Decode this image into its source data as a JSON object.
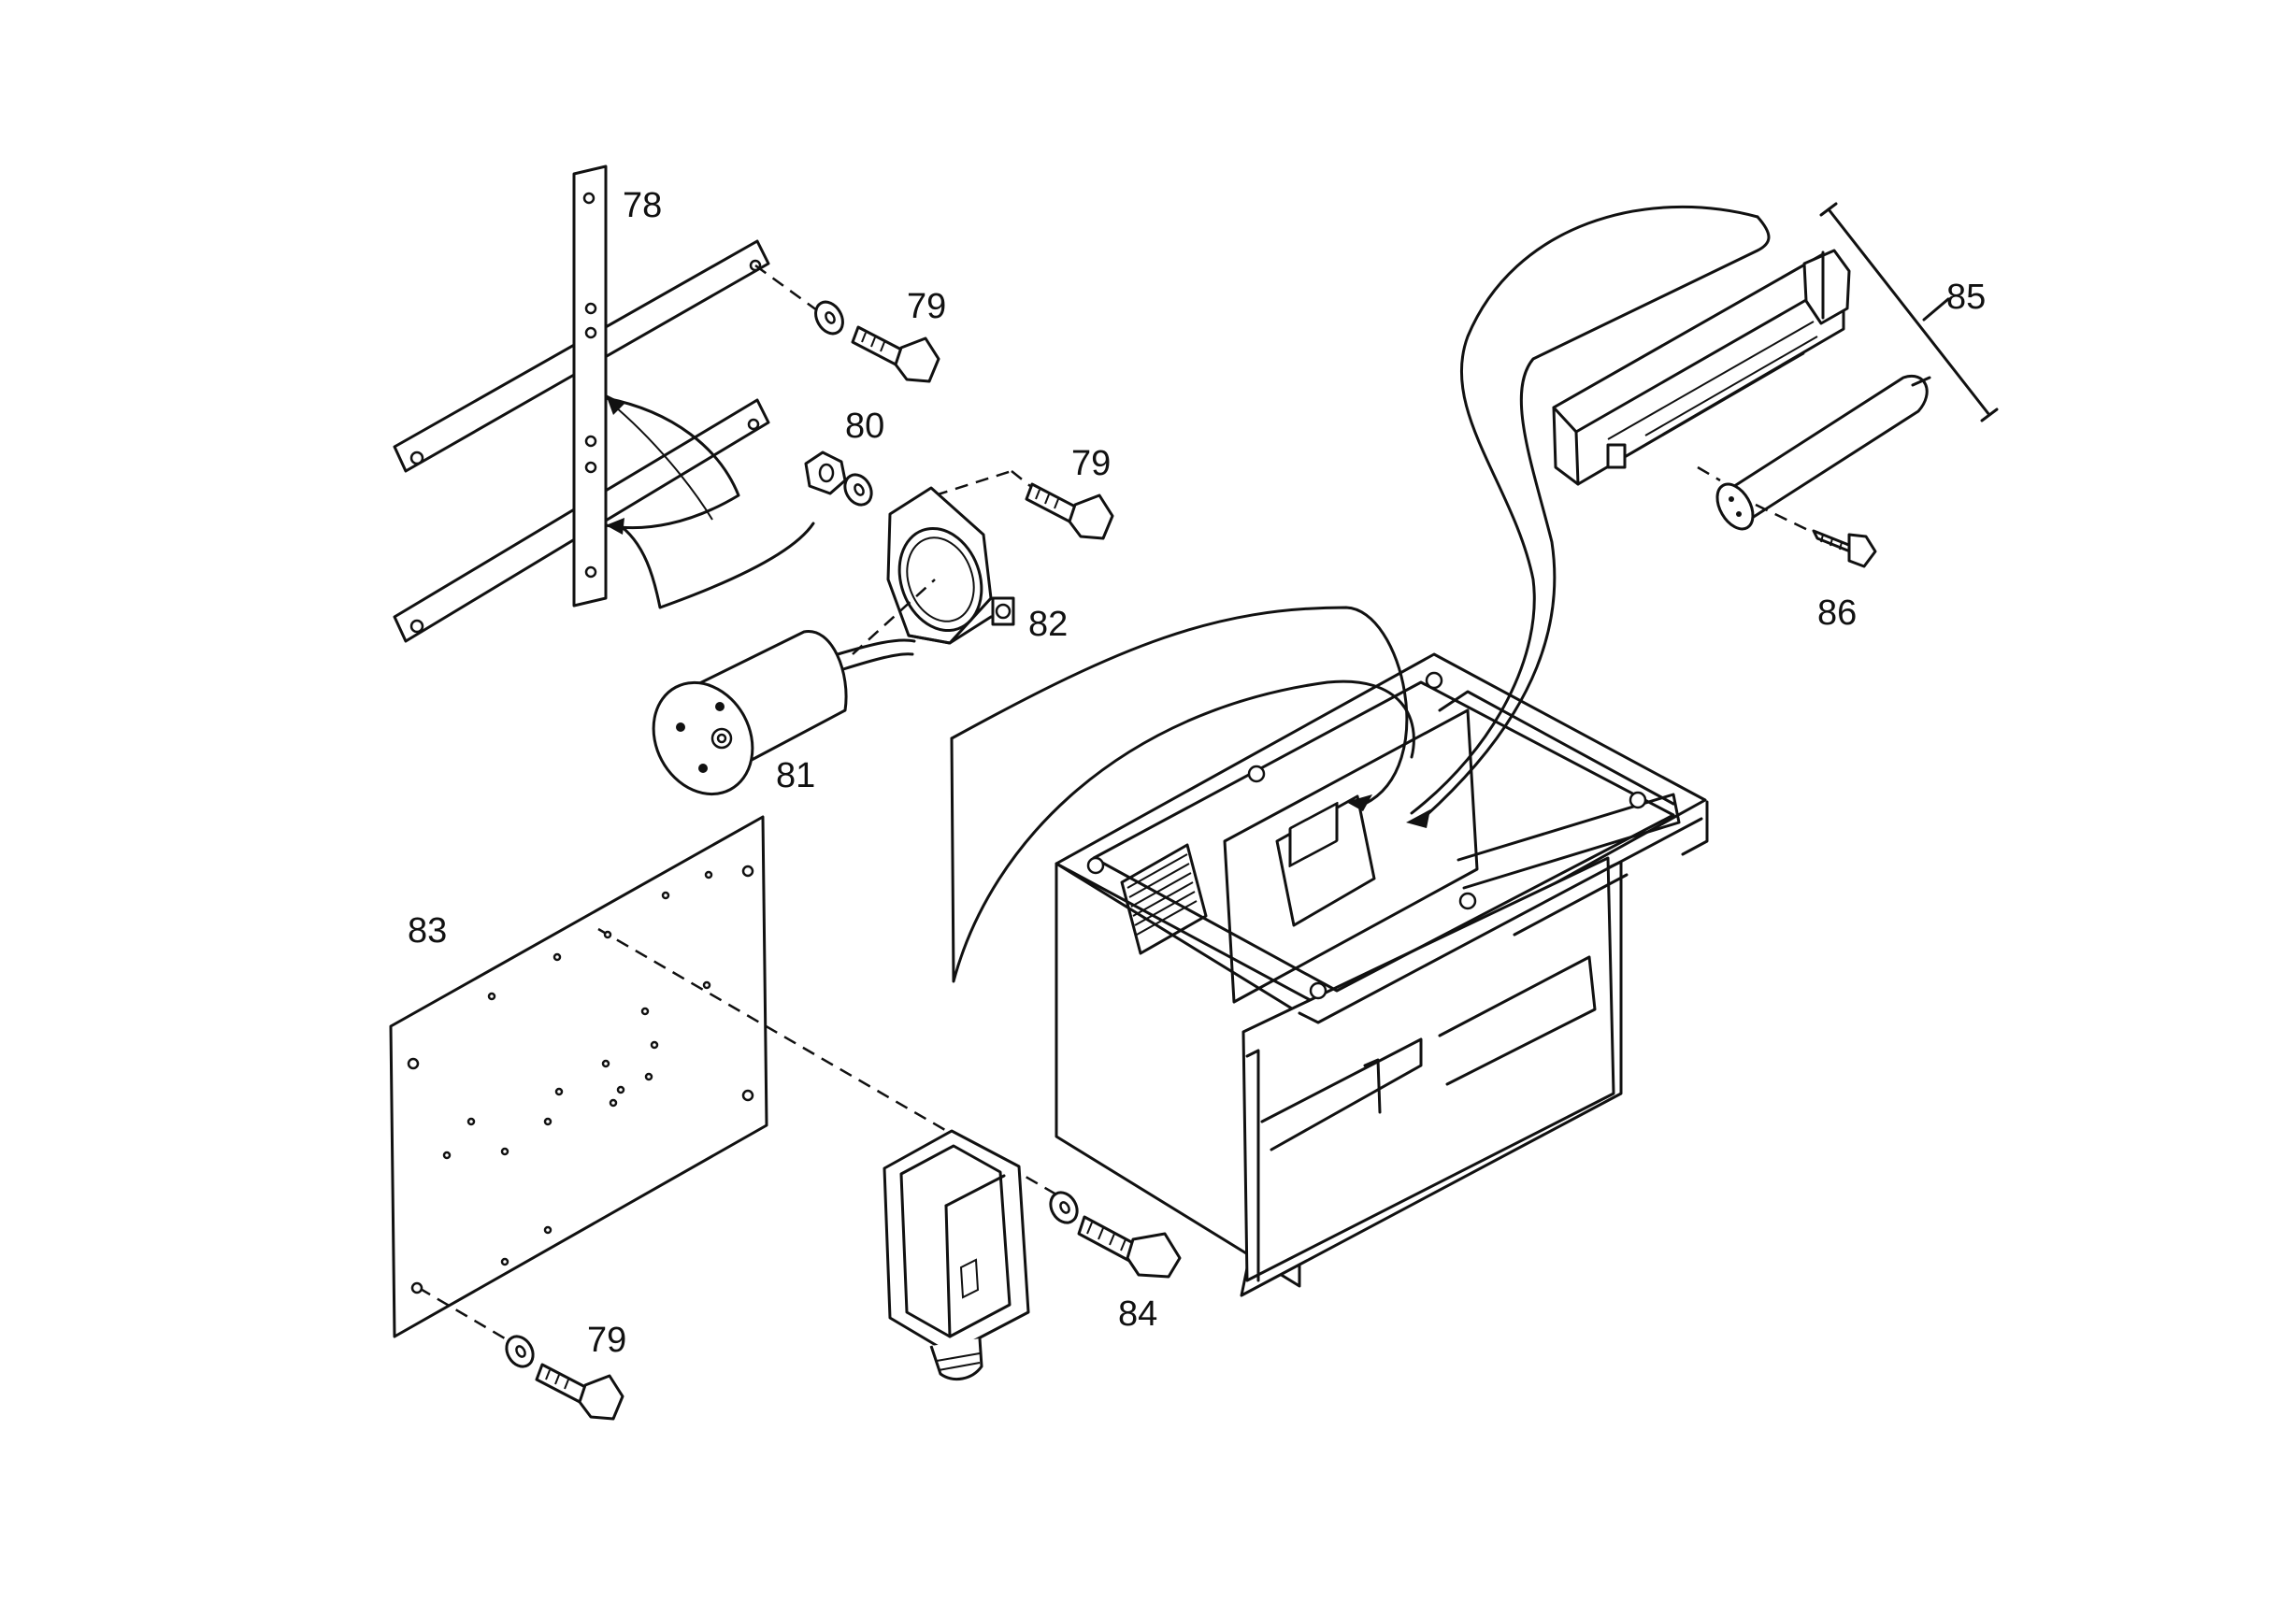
{
  "diagram": {
    "callouts": {
      "c78": "78",
      "c79a": "79",
      "c79b": "79",
      "c79c": "79",
      "c80": "80",
      "c81": "81",
      "c82": "82",
      "c83": "83",
      "c84": "84",
      "c85": "85",
      "c86": "86"
    }
  }
}
